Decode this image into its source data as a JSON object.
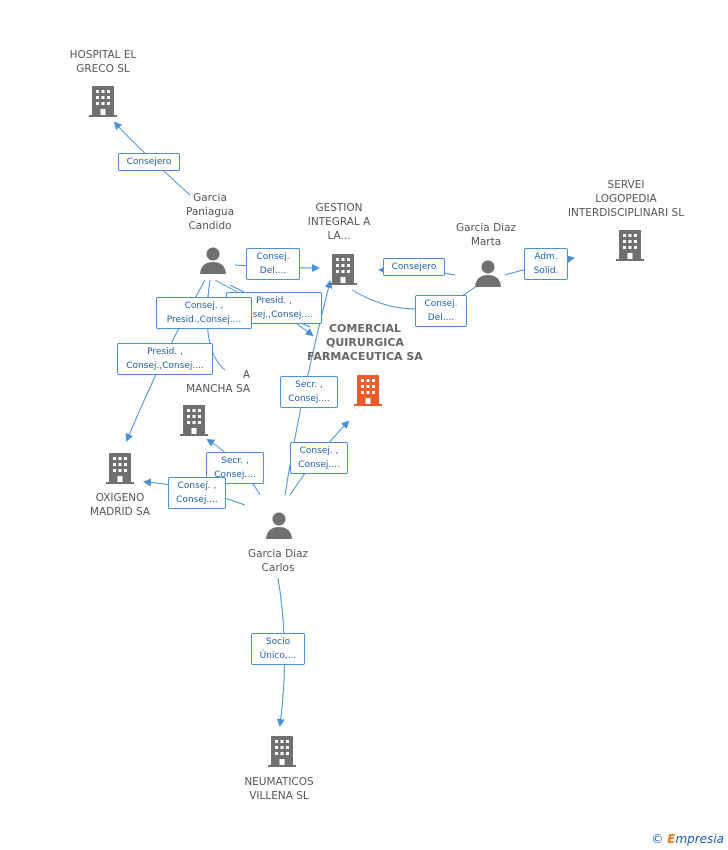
{
  "colors": {
    "company": "#707070",
    "main_company": "#ef5a2a",
    "person": "#707070",
    "edge": "#4a90d9"
  },
  "nodes": {
    "hospital": "HOSPITAL EL\nGRECO SL",
    "garcia_paniagua": "Garcia\nPaniagua\nCandido",
    "gestion": "GESTION\nINTEGRAL A\nLA...",
    "garcia_marta": "Garcia Diaz\nMarta",
    "servei": "SERVEI\nLOGOPEDIA\nINTERDISCIPLINARI SL",
    "comercial": "COMERCIAL\nQUIRURGICA\nFARMACEUTICA SA",
    "mancha": "A\nMANCHA SA",
    "oxigeno": "OXIGENO\nMADRID SA",
    "garcia_carlos": "Garcia Diaz\nCarlos",
    "neumaticos": "NEUMATICOS\nVILLENA SL"
  },
  "edges": {
    "consejero_hospital": "Consejero",
    "consej_del_gestion": "Consej.\nDel....",
    "consejero_marta": "Consejero",
    "adm_solid": "Adm.\nSolid.",
    "consej_del_marta": "Consej.\nDel....",
    "presid_consej_gestion": "Presid. ,\nConsej.,Consej....",
    "consej_presid": "Consej. ,\nPresid.,Consej....",
    "presid_consej_oxigeno": "Presid. ,\nConsej.,Consej....",
    "secr_consej_carlos_gestion": "Secr. ,\nConsej....",
    "secr_consej_mancha": "Secr. ,\nConsej....",
    "consej_consej_comercial": "Consej. ,\nConsej....",
    "consej_consej_oxigeno": "Consej. ,\nConsej....",
    "socio_unico": "Socio\nÚnico,..."
  },
  "footer": {
    "copyright": "©",
    "brand_initial": "E",
    "brand_rest": "mpresia"
  }
}
